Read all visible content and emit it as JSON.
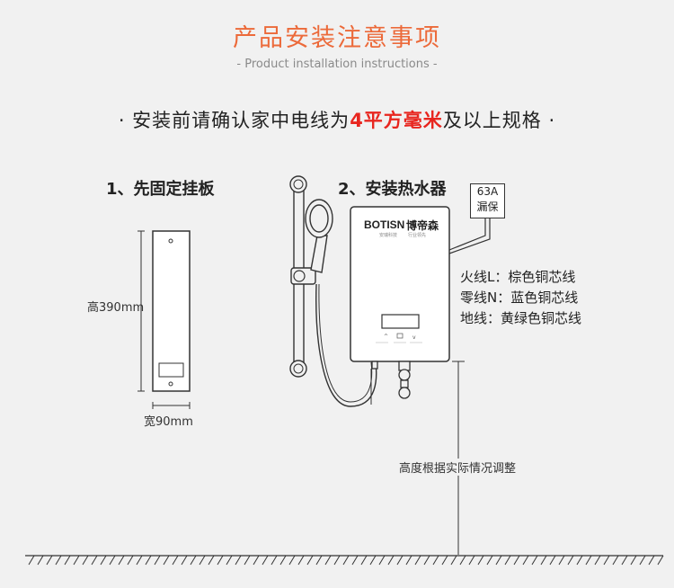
{
  "header": {
    "title": "产品安装注意事项",
    "subtitle": "- Product installation instructions -"
  },
  "notice": {
    "prefix": "· 安装前请确认家中电线为",
    "highlight": "4平方毫米",
    "suffix": "及以上规格 ·",
    "highlight_color": "#e8261f"
  },
  "step1": {
    "title": "1、先固定挂板",
    "height_label": "高390mm",
    "width_label": "宽90mm"
  },
  "step2": {
    "title": "2、安装热水器",
    "brand_en": "BOTISN",
    "brand_cn": "博帝森",
    "slogan_left": "安瑞科技",
    "slogan_right": "行业领先",
    "breaker_line1": "63A",
    "breaker_line2": "漏保",
    "wires": {
      "live": "火线L：棕色铜芯线",
      "neutral": "零线N：蓝色铜芯线",
      "earth": "地线：黄绿色铜芯线"
    },
    "height_note": "高度根据实际情况调整"
  },
  "colors": {
    "title": "#ec6a3a",
    "background": "#f1f1f1",
    "line": "#333333"
  }
}
